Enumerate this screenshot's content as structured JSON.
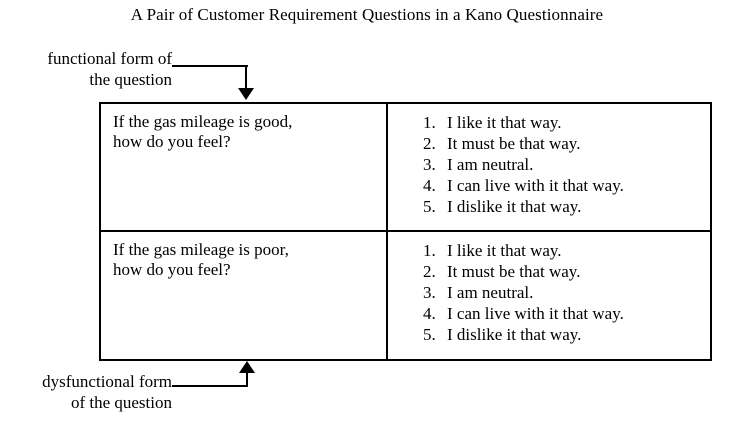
{
  "title": "A Pair of Customer Requirement Questions in a Kano Questionnaire",
  "annotations": {
    "functional": {
      "line1": "functional form of",
      "line2": "the question"
    },
    "dysfunctional": {
      "line1": "dysfunctional form",
      "line2": "of the question"
    }
  },
  "table": {
    "rows": [
      {
        "question": {
          "line1": "If the gas mileage is good,",
          "line2": "how do you feel?"
        },
        "answers": [
          {
            "num": "1.",
            "text": "I like it that way."
          },
          {
            "num": "2.",
            "text": "It must be that way."
          },
          {
            "num": "3.",
            "text": "I am neutral."
          },
          {
            "num": "4.",
            "text": "I can live with it that way."
          },
          {
            "num": "5.",
            "text": "I dislike it that way."
          }
        ]
      },
      {
        "question": {
          "line1": "If the gas mileage is poor,",
          "line2": "how do you feel?"
        },
        "answers": [
          {
            "num": "1.",
            "text": "I like it that way."
          },
          {
            "num": "2.",
            "text": "It must be that way."
          },
          {
            "num": "3.",
            "text": "I am neutral."
          },
          {
            "num": "4.",
            "text": "I can live with it that way."
          },
          {
            "num": "5.",
            "text": "I dislike it that way."
          }
        ]
      }
    ]
  },
  "colors": {
    "ink": "#000000",
    "background": "#ffffff"
  }
}
